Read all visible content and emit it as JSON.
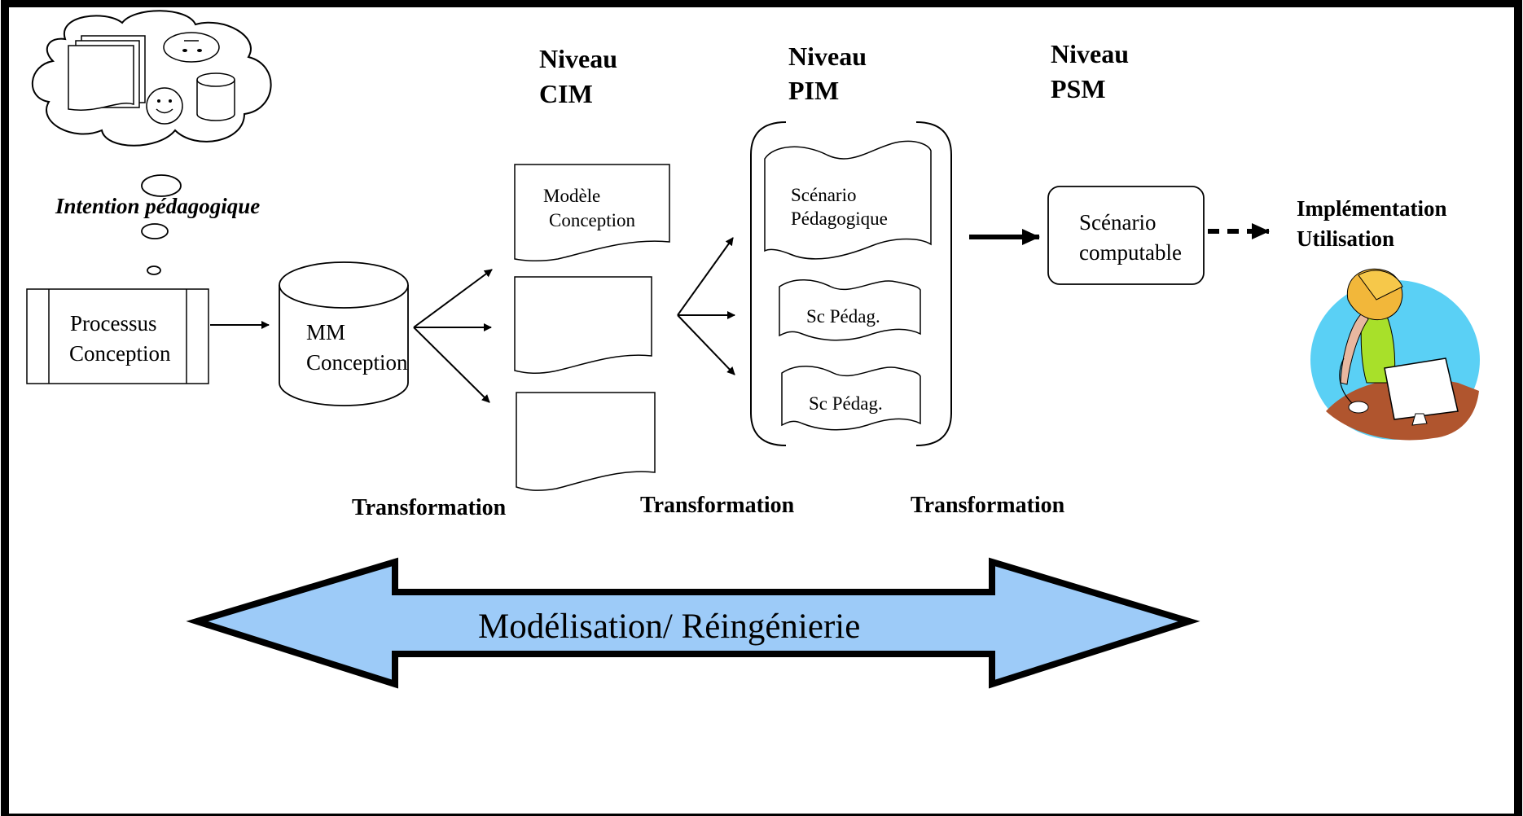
{
  "thought_caption": "Intention pédagogique",
  "levels": {
    "cim": {
      "line1": "Niveau",
      "line2": "CIM"
    },
    "pim": {
      "line1": "Niveau",
      "line2": "PIM"
    },
    "psm": {
      "line1": "Niveau",
      "line2": "PSM"
    }
  },
  "process": {
    "line1": "Processus",
    "line2": "Conception"
  },
  "metamodel": {
    "line1": "MM",
    "line2": "Conception"
  },
  "cim_document": {
    "line1": "Modèle",
    "line2": "Conception"
  },
  "pim_scenario": {
    "line1": "Scénario",
    "line2": "Pédagogique"
  },
  "pim_small_1": "Sc Pédag.",
  "pim_small_2": "Sc Pédag.",
  "psm_scenario": {
    "line1": "Scénario",
    "line2": "computable"
  },
  "output": {
    "line1": "Implémentation",
    "line2": "Utilisation"
  },
  "transformations": [
    "Transformation",
    "Transformation",
    "Transformation"
  ],
  "double_arrow": {
    "label": "Modélisation/ Réingénierie",
    "fill": "#9dcbf8"
  },
  "colors": {
    "line": "#000000",
    "background": "#ffffff"
  }
}
